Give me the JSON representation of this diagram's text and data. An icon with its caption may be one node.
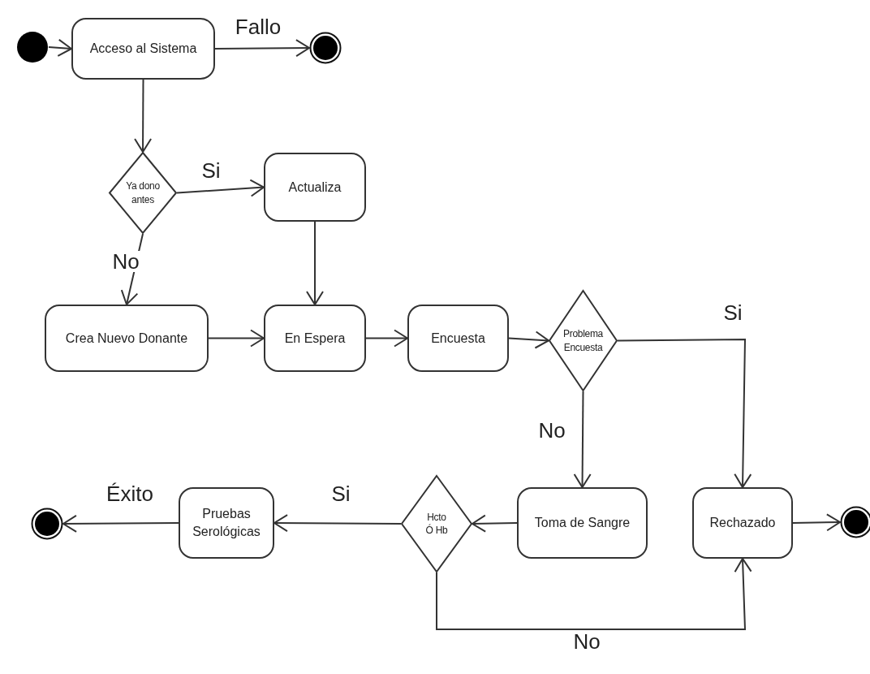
{
  "diagram": {
    "nodes": [
      {
        "text": [],
        "shape": "circle"
      },
      {
        "text": [
          "Acceso al Sistema"
        ]
      },
      {
        "text": [],
        "shape": "bullseye"
      },
      {
        "text": [
          "Ya dono antes"
        ]
      },
      {
        "text": [
          "Actualiza"
        ]
      },
      {
        "text": [
          "Crea Nuevo Donante"
        ]
      },
      {
        "text": [
          "En Espera"
        ]
      },
      {
        "text": [
          "Encuesta"
        ]
      },
      {
        "text": [
          "Problema Encuesta"
        ]
      },
      {
        "text": [
          "Toma de Sangre"
        ]
      },
      {
        "text": [
          "Rechazado"
        ]
      },
      {
        "text": [],
        "shape": "bullseye"
      },
      {
        "text": [
          "Hcto Ó Hb"
        ]
      },
      {
        "text": [
          "Pruebas Serológicas"
        ]
      },
      {
        "text": [],
        "shape": "bullseye"
      }
    ],
    "edges": [
      {
        "from": 0,
        "to": 1,
        "arrow": "to"
      },
      {
        "from": 1,
        "to": 2,
        "arrow": "to",
        "label": "Fallo"
      },
      {
        "from": 1,
        "to": 3,
        "arrow": "to"
      },
      {
        "from": 3,
        "to": 4,
        "arrow": "to",
        "label": "Si"
      },
      {
        "from": 3,
        "to": 5,
        "arrow": "to",
        "label": "No"
      },
      {
        "from": 4,
        "to": 6,
        "arrow": "to"
      },
      {
        "from": 5,
        "to": 6,
        "arrow": "to"
      },
      {
        "from": 6,
        "to": 7,
        "arrow": "to"
      },
      {
        "from": 7,
        "to": 8,
        "arrow": "to"
      },
      {
        "from": 8,
        "to": 10,
        "arrow": "to",
        "label": "Si"
      },
      {
        "from": 8,
        "to": 9,
        "arrow": "to",
        "label": "No"
      },
      {
        "from": 9,
        "to": 12,
        "arrow": "to"
      },
      {
        "from": 12,
        "to": 13,
        "arrow": "to",
        "label": "Si"
      },
      {
        "from": 13,
        "to": 14,
        "arrow": "to",
        "label": "Éxito"
      },
      {
        "from": 12,
        "to": 10,
        "arrow": "to",
        "label": "No"
      },
      {
        "from": 10,
        "to": 11,
        "arrow": "to"
      }
    ]
  }
}
